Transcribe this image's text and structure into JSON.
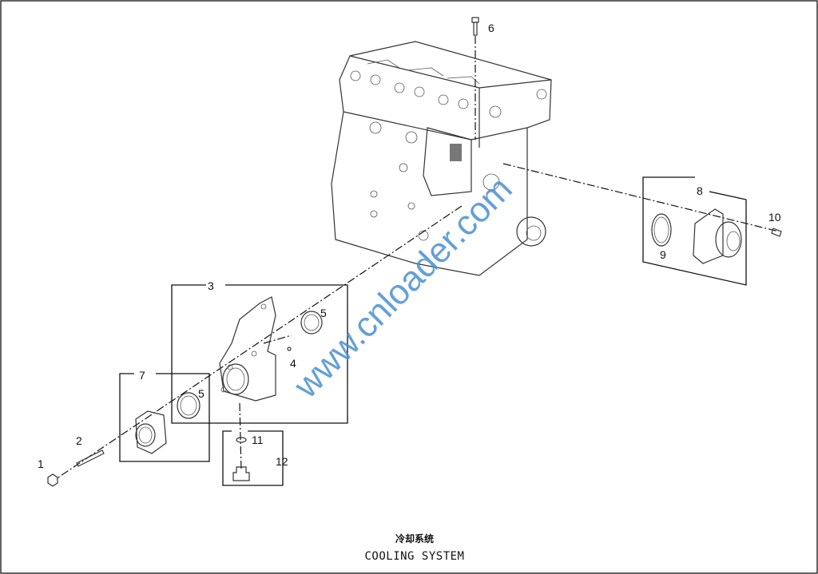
{
  "title": {
    "chinese": "冷却系统",
    "english": "COOLING SYSTEM"
  },
  "watermark": "www.cnloader.com",
  "callouts": [
    "1",
    "2",
    "3",
    "4",
    "5",
    "5",
    "6",
    "7",
    "8",
    "9",
    "10",
    "11",
    "12"
  ],
  "colors": {
    "watermark": "#4a90d0",
    "line": "#111111"
  }
}
